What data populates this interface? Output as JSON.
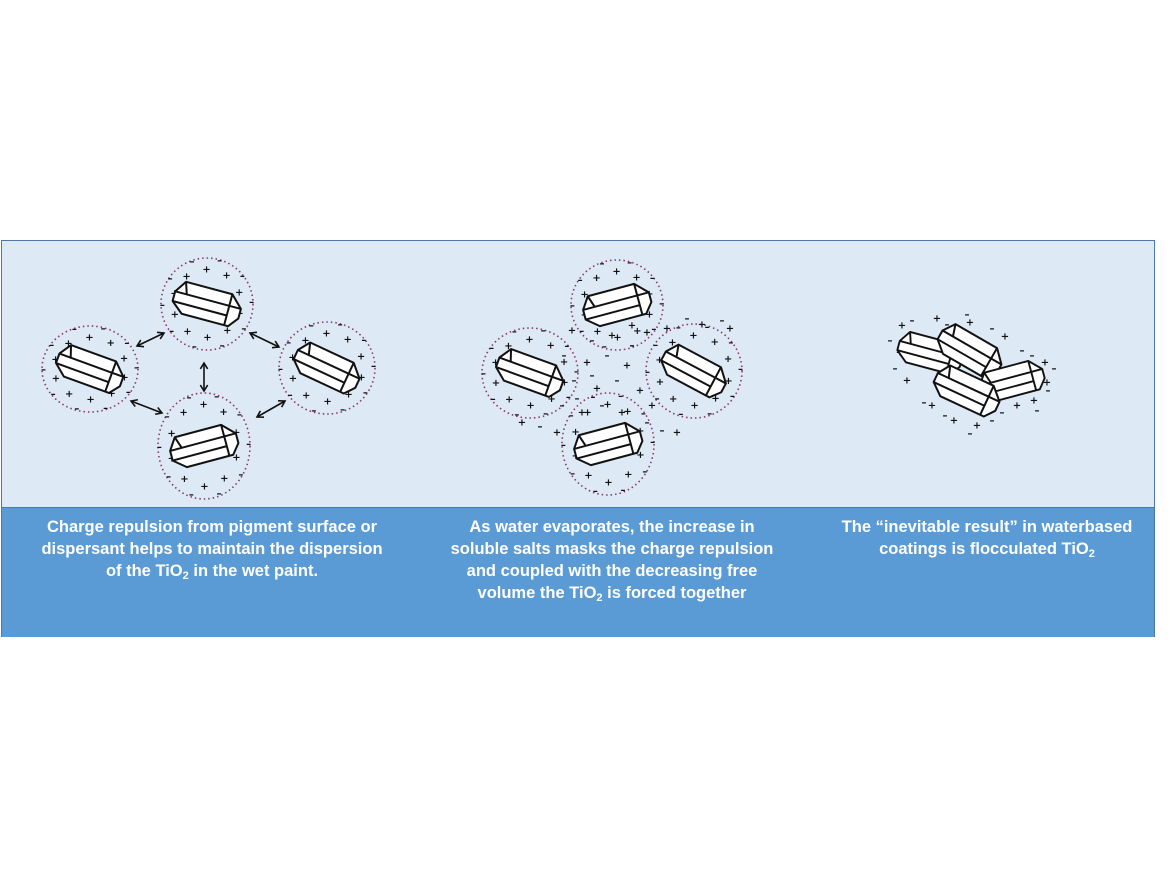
{
  "captions": {
    "panel1": {
      "before": "Charge repulsion from pigment surface or dispersant helps to maintain the dispersion of the TiO",
      "sub": "2",
      "after": " in the wet paint."
    },
    "panel2": {
      "before": "As water evaporates, the increase in soluble salts masks the charge repulsion and coupled with the decreasing free volume the TiO",
      "sub": "2",
      "after": " is forced together"
    },
    "panel3": {
      "before": "The “inevitable result” in waterbased coatings is flocculated TiO",
      "sub": "2",
      "after": ""
    }
  },
  "symbols": {
    "plus": "+",
    "minus": "–"
  },
  "colors": {
    "diagram_background": "#dde9f5",
    "caption_background": "#5b9bd5",
    "border": "#4a78a8",
    "halo": "#8a3a6a"
  }
}
